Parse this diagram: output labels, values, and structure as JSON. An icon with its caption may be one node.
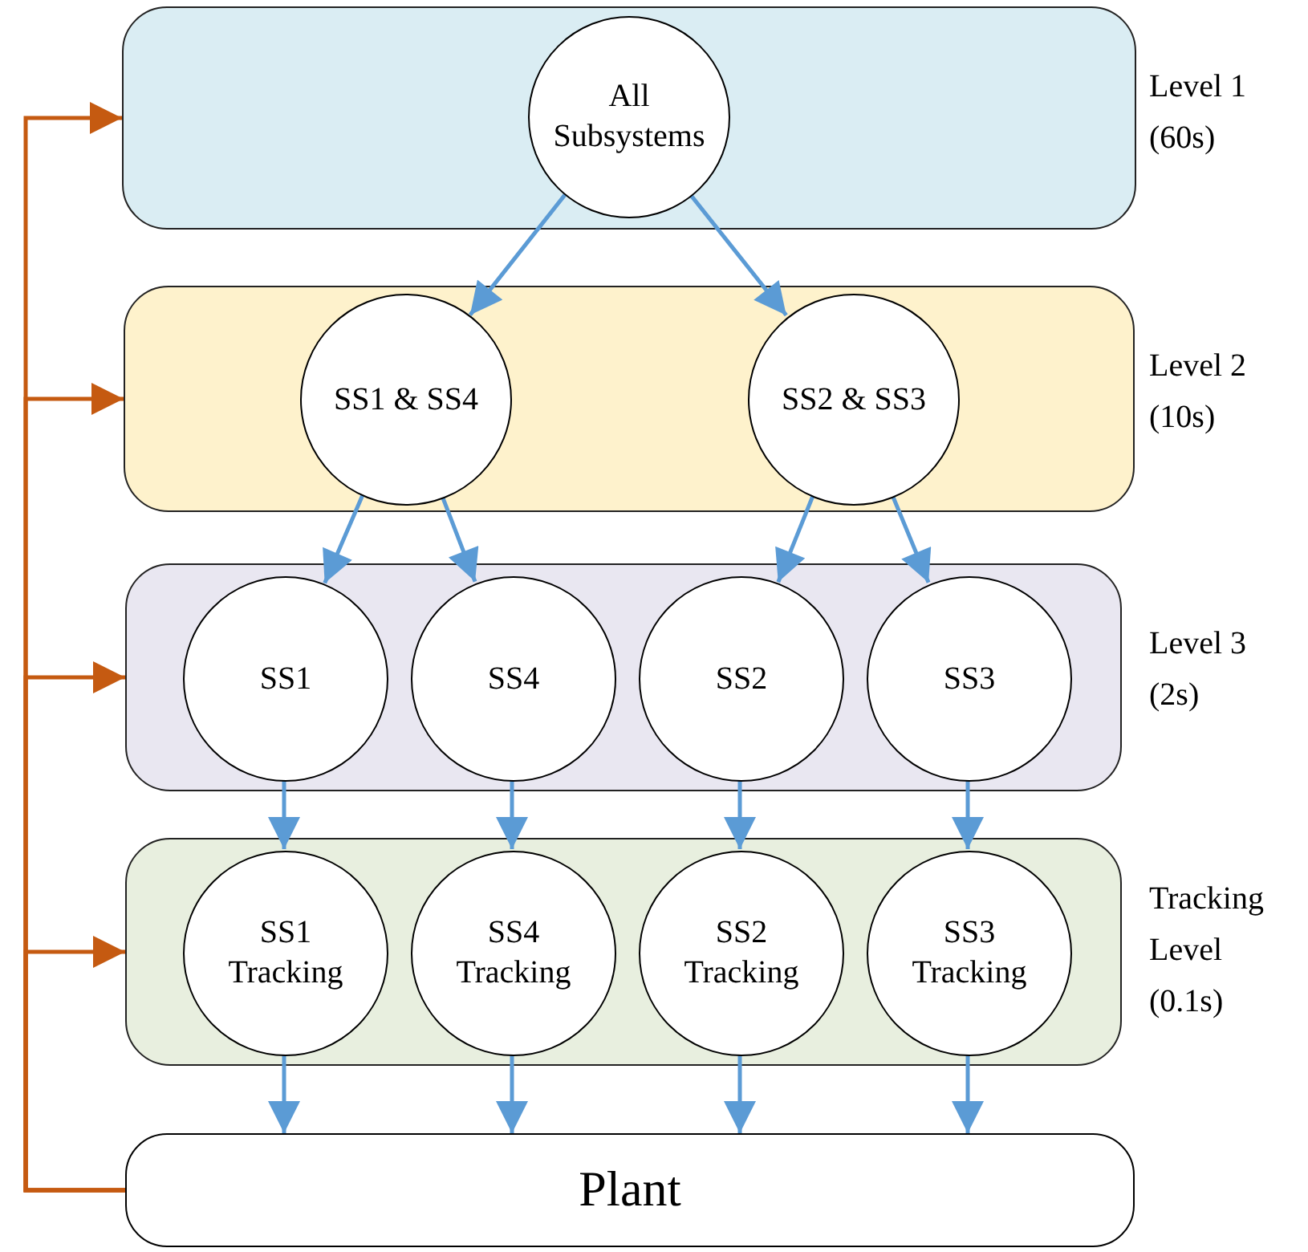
{
  "diagram": {
    "nodes": [
      {
        "text": [],
        "shape": "box",
        "beside": [
          "Level 1 (60s)"
        ]
      },
      {
        "text": [
          "All Subsystems"
        ],
        "in": 0
      },
      {
        "text": [],
        "shape": "box",
        "beside": [
          "Level 2 (10s)"
        ]
      },
      {
        "text": [
          "SS1 & SS4"
        ],
        "in": 2
      },
      {
        "text": [
          "SS2 & SS3"
        ],
        "in": 2
      },
      {
        "text": [],
        "shape": "box",
        "beside": [
          "Level 3 (2s)"
        ]
      },
      {
        "text": [
          "SS1"
        ],
        "in": 5
      },
      {
        "text": [
          "SS4"
        ],
        "in": 5
      },
      {
        "text": [
          "SS2"
        ],
        "in": 5
      },
      {
        "text": [
          "SS3"
        ],
        "in": 5
      },
      {
        "text": [],
        "shape": "box",
        "beside": [
          "Tracking Level (0.1s)"
        ]
      },
      {
        "text": [
          "SS1 Tracking"
        ],
        "in": 10
      },
      {
        "text": [
          "SS4 Tracking"
        ],
        "in": 10
      },
      {
        "text": [
          "SS2 Tracking"
        ],
        "in": 10
      },
      {
        "text": [
          "SS3 Tracking"
        ],
        "in": 10
      },
      {
        "text": [
          "Plant"
        ]
      }
    ],
    "edges": [
      {
        "from": 1,
        "to": 3,
        "arrow": "to"
      },
      {
        "from": 1,
        "to": 4,
        "arrow": "to"
      },
      {
        "from": 3,
        "to": 6,
        "arrow": "to"
      },
      {
        "from": 3,
        "to": 7,
        "arrow": "to"
      },
      {
        "from": 4,
        "to": 8,
        "arrow": "to"
      },
      {
        "from": 4,
        "to": 9,
        "arrow": "to"
      },
      {
        "from": 6,
        "to": 11,
        "arrow": "to"
      },
      {
        "from": 7,
        "to": 12,
        "arrow": "to"
      },
      {
        "from": 8,
        "to": 13,
        "arrow": "to"
      },
      {
        "from": 9,
        "to": 14,
        "arrow": "to"
      },
      {
        "from": 11,
        "to": 15,
        "arrow": "to"
      },
      {
        "from": 12,
        "to": 15,
        "arrow": "to"
      },
      {
        "from": 13,
        "to": 15,
        "arrow": "to"
      },
      {
        "from": 14,
        "to": 15,
        "arrow": "to"
      },
      {
        "from": 15,
        "to": 0,
        "arrow": "to",
        "color": "#c55a11"
      },
      {
        "from": 15,
        "to": 2,
        "arrow": "to",
        "color": "#c55a11"
      },
      {
        "from": 15,
        "to": 5,
        "arrow": "to",
        "color": "#c55a11"
      },
      {
        "from": 15,
        "to": 10,
        "arrow": "to",
        "color": "#c55a11"
      }
    ]
  }
}
